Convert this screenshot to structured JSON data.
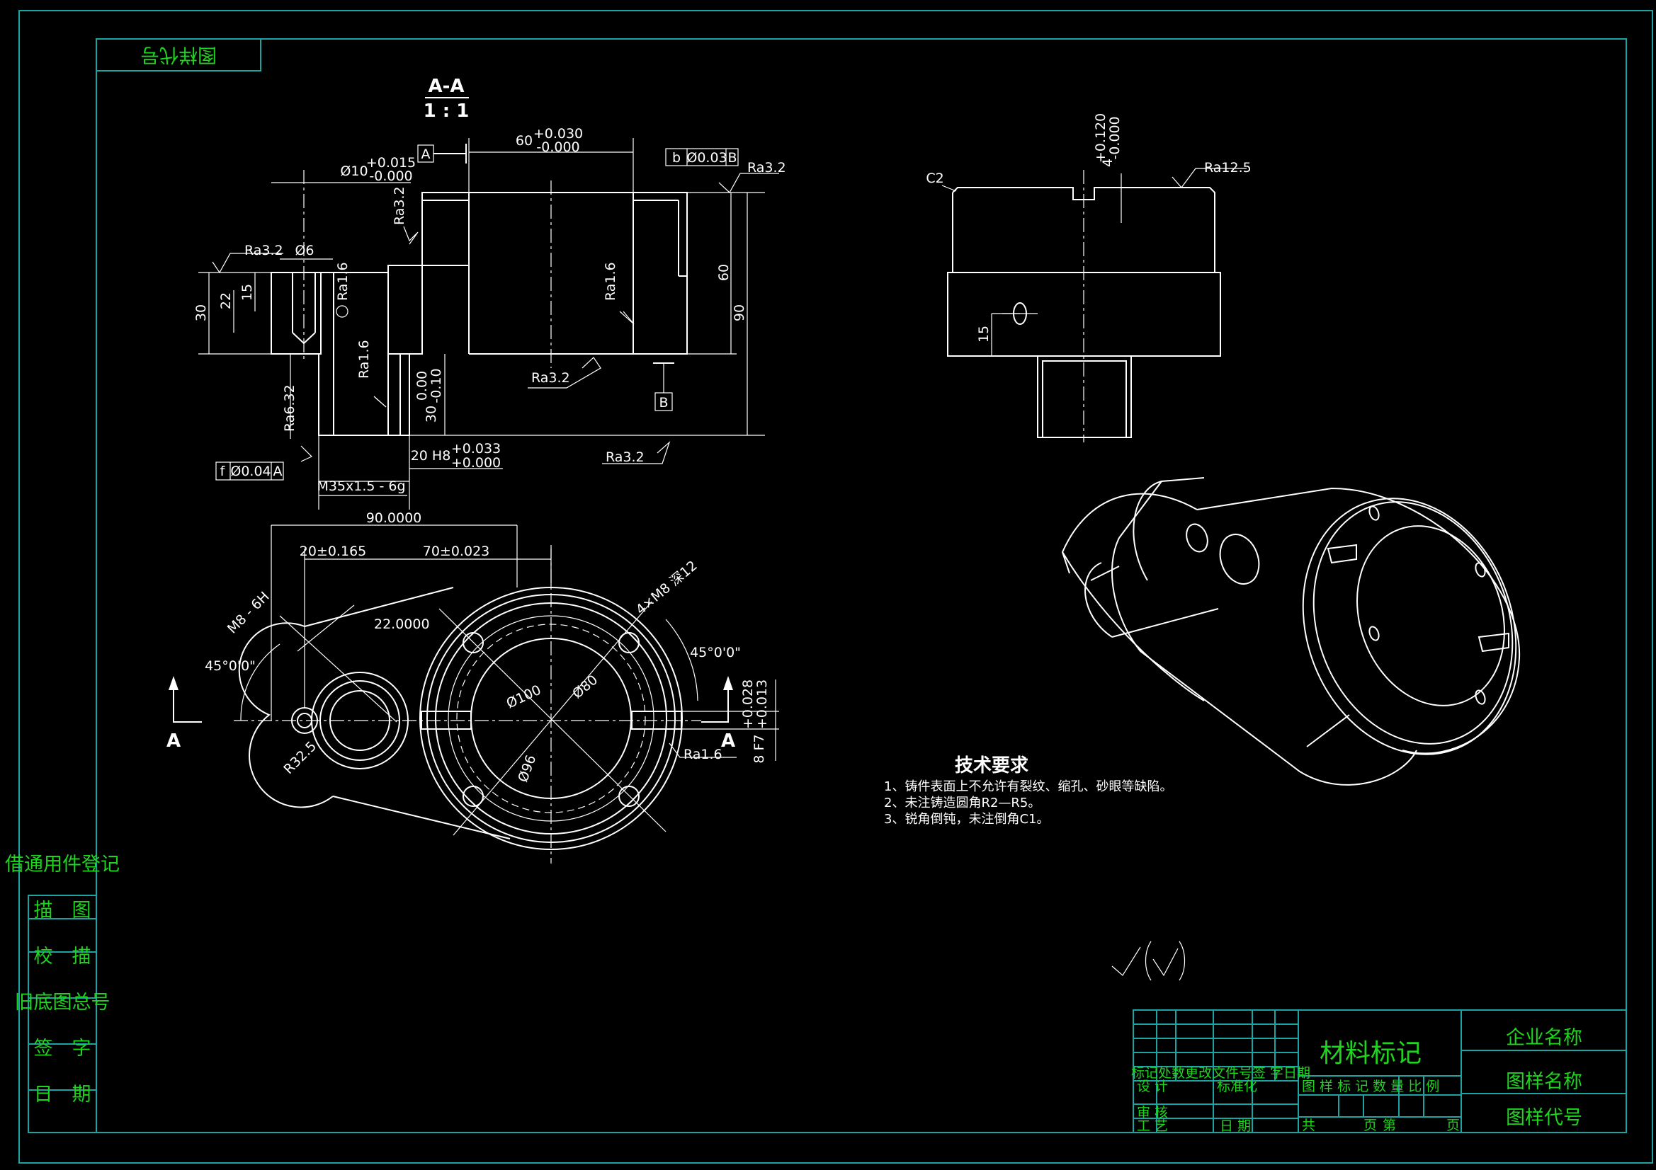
{
  "colors": {
    "frame": "#1ea3a3",
    "lines": "#ffffff",
    "titleblock": "#1fd31f",
    "background": "#000000"
  },
  "corner_label": "图样代号",
  "section_view": {
    "title": "A-A",
    "scale": "1 : 1",
    "dims": {
      "bore_tol": "60",
      "bore_tol_upper": "+0.030",
      "bore_tol_lower": "-0.000",
      "hole_dia": "Ø10",
      "hole_upper": "+0.015",
      "hole_lower": "-0.000",
      "pin": "Ø6",
      "len_22": "22",
      "len_15": "15",
      "len_30": "30",
      "len_60": "60",
      "len_90": "90",
      "len_30b": "30",
      "len_30b_upper": "0.00",
      "len_30b_lower": "-0.10",
      "fit": "20 H8",
      "fit_upper": "+0.033",
      "fit_lower": "+0.000",
      "thread": "M35x1.5 - 6g"
    },
    "roughness": {
      "r1": "Ra3.2",
      "r2": "Ra3.2",
      "r3": "Ra3.2",
      "r4": "Ra1.6",
      "r5": "Ra1.6",
      "r6": "Ra1.6",
      "r7": "Ra3.2",
      "r8": "Ra3.2",
      "r9": "Ra6.32"
    },
    "datum_a": "A",
    "datum_b": "B",
    "tol_flat_sym": "b",
    "tol_flat_val": "Ø0.03",
    "tol_flat_ref": "B",
    "tol_run_sym": "f",
    "tol_run_val": "Ø0.04",
    "tol_run_ref": "A"
  },
  "top_view": {
    "d_total": "90.0000",
    "d_20": "20±0.165",
    "d_70": "70±0.023",
    "d_small": "22.0000",
    "thread_m8": "M8 - 6H",
    "angle_left": "45°0'0\"",
    "angle_right": "45°0'0\"",
    "holes_4": "4×M8 深12",
    "d100": "Ø100",
    "d80": "Ø80",
    "d96": "Ø96",
    "r32": "R32.5",
    "ra": "Ra1.6",
    "key": "8 F7",
    "key_upper": "+0.028",
    "key_lower": "+0.013",
    "section_a": "A"
  },
  "side_view": {
    "chamfer": "C2",
    "slot": "4",
    "slot_upper": "+0.120",
    "slot_lower": "-0.000",
    "ra": "Ra12.5",
    "len_15": "15"
  },
  "tech": {
    "title": "技术要求",
    "items": [
      "1、铸件表面上不允许有裂纹、缩孔、砂眼等缺陷。",
      "2、未注铸造圆角R2—R5。",
      "3、锐角倒钝，未注倒角C1。"
    ]
  },
  "sidebar": [
    "借通用件登记",
    "描　图",
    "校　描",
    "旧底图总号",
    "签　字",
    "日　期"
  ],
  "title_block": {
    "material": "材料标记",
    "company": "企业名称",
    "drawing_name": "图样名称",
    "drawing_code": "图样代号",
    "rev_header": "标记处数更改文件号签 字日期",
    "design": "设 计",
    "standard": "标准化",
    "review": "审 核",
    "process": "工 艺",
    "date": "日 期",
    "cols": "图 样 标 记 数 量 比 例",
    "total": "共",
    "page": "页",
    "sheet": "第",
    "page2": "页"
  }
}
